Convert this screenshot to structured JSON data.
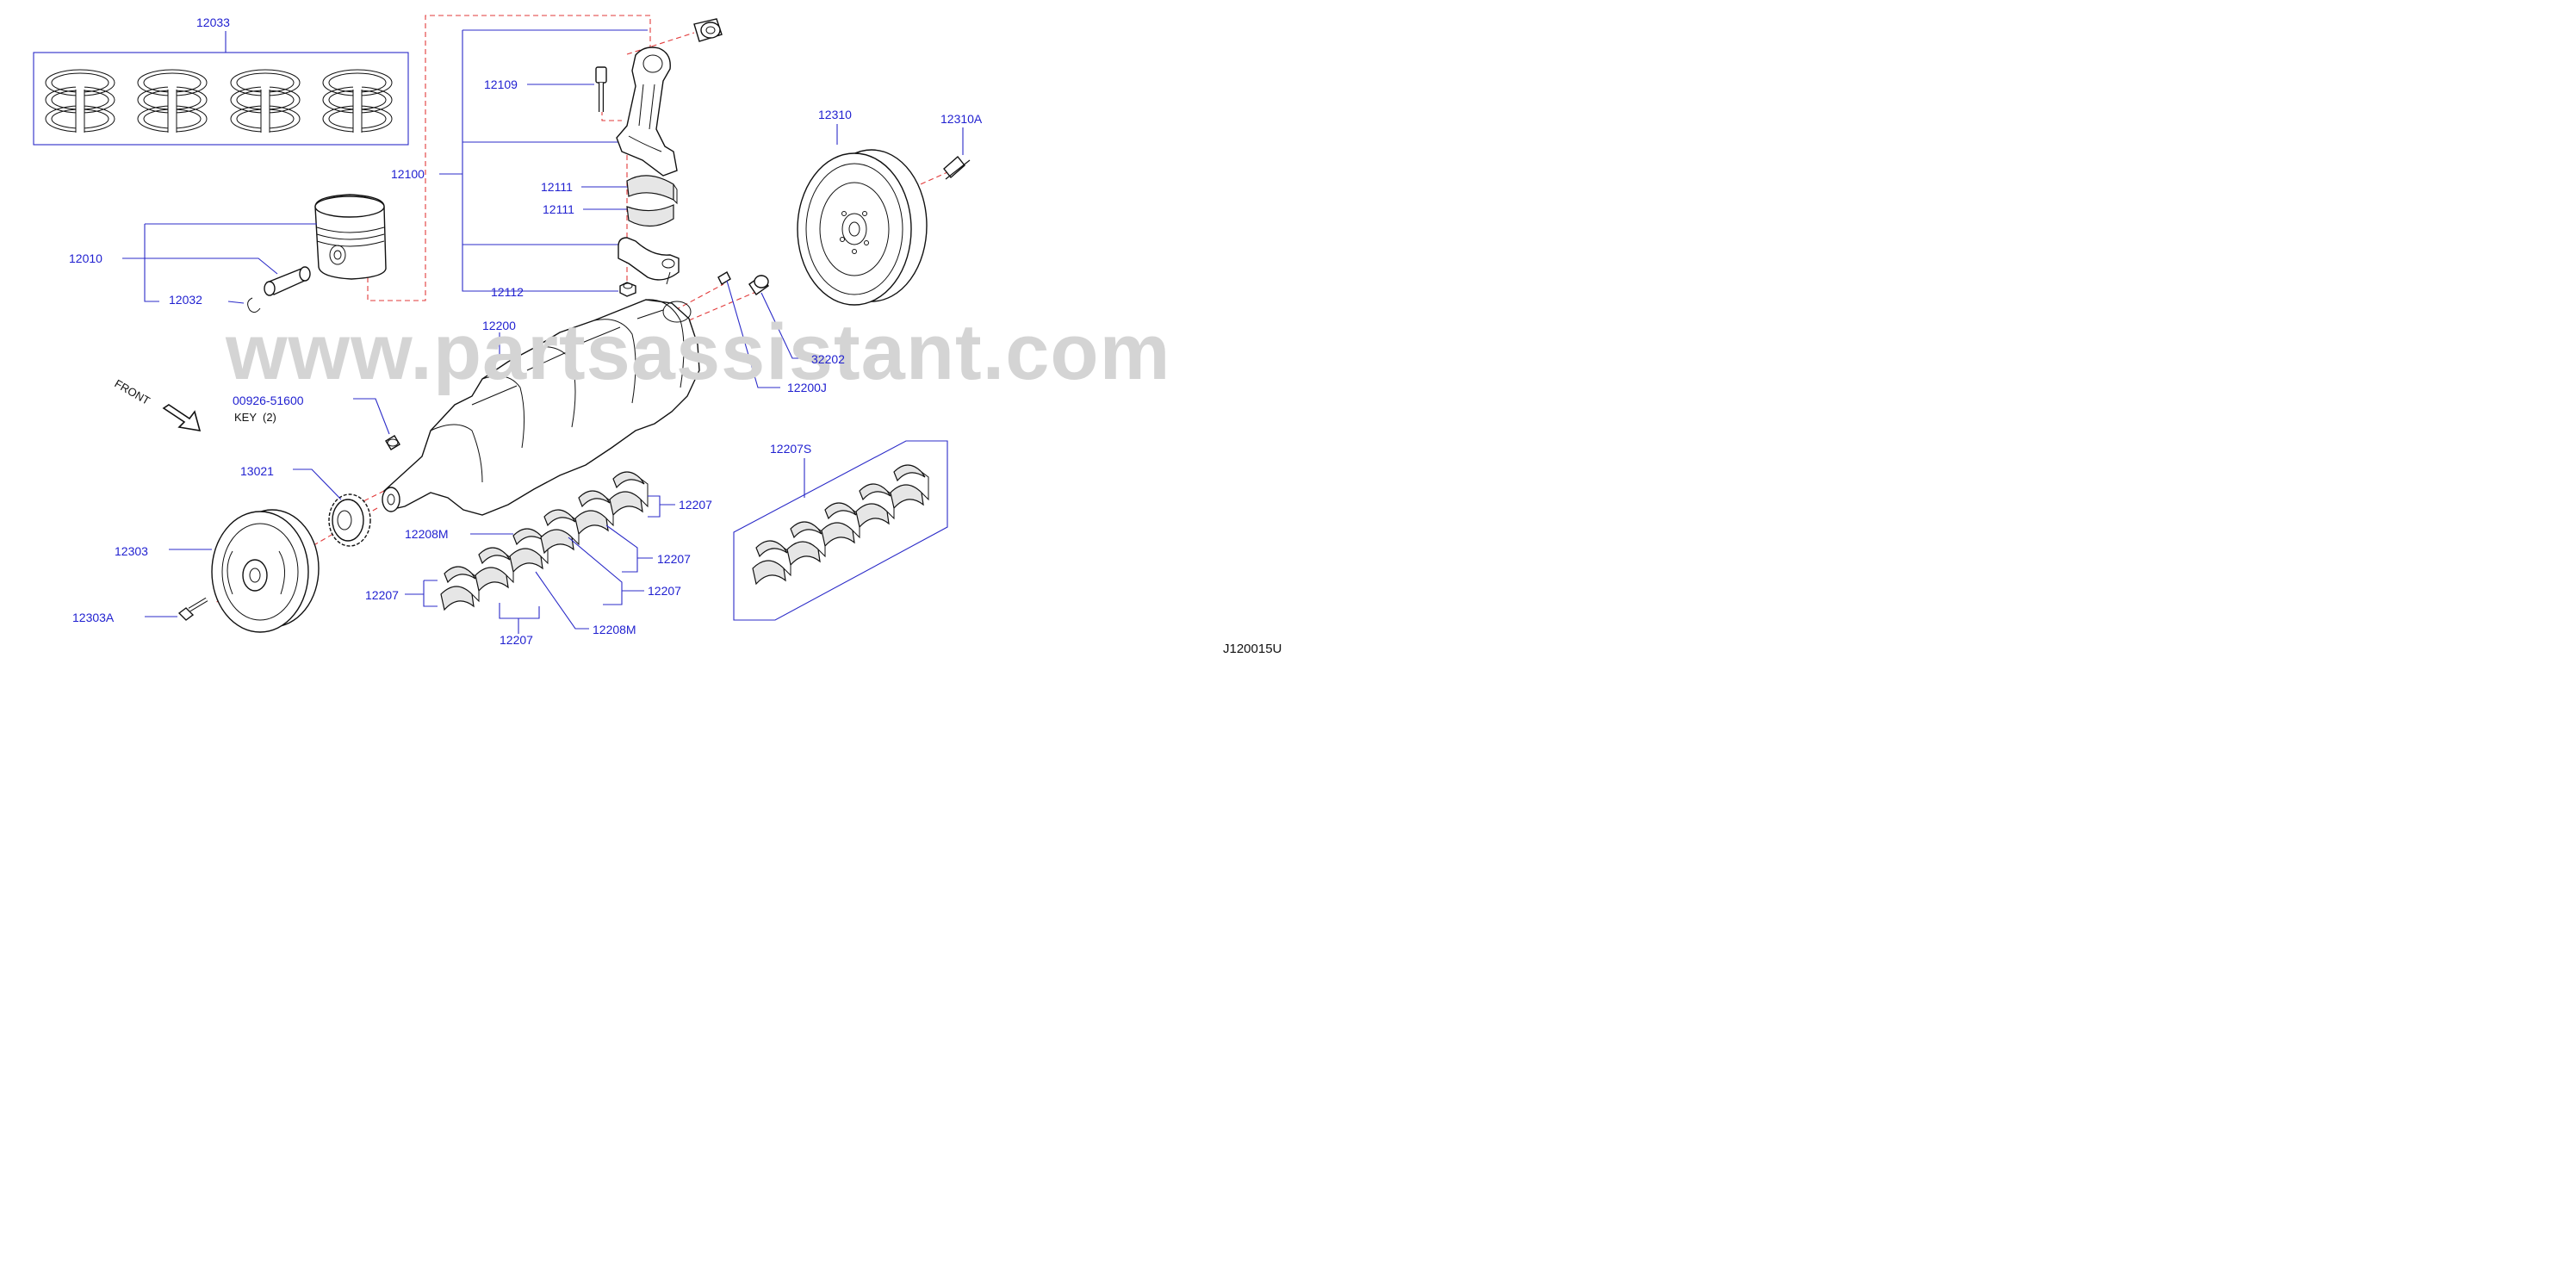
{
  "watermark": "www.partsassistant.com",
  "diagram_code": "J120015U",
  "front_label": "FRONT",
  "callouts": {
    "piston_ring_set": "12033",
    "connecting_rod_bolt": "12109",
    "connecting_rod_assembly": "12100",
    "bearing_upper": "12111",
    "bearing_lower": "12111",
    "connecting_rod_nut": "12112",
    "piston": "12010",
    "snap_ring": "12032",
    "crankshaft": "12200",
    "flywheel": "12310",
    "flywheel_bolt": "12310A",
    "pilot_bushing": "32202",
    "crankshaft_pin": "12200J",
    "woodruff_key_number": "00926-51600",
    "woodruff_key_desc": "KEY  (2)",
    "sprocket": "13021",
    "main_bearing_set": "12207S",
    "main_bearing_a": "12207",
    "main_bearing_b": "12207",
    "main_bearing_c": "12207",
    "main_bearing_d": "12207",
    "main_bearing_e": "12207",
    "thrust_bearing_upper": "12208M",
    "thrust_bearing_lower": "12208M",
    "crank_pulley": "12303",
    "crank_pulley_bolt": "12303A"
  }
}
